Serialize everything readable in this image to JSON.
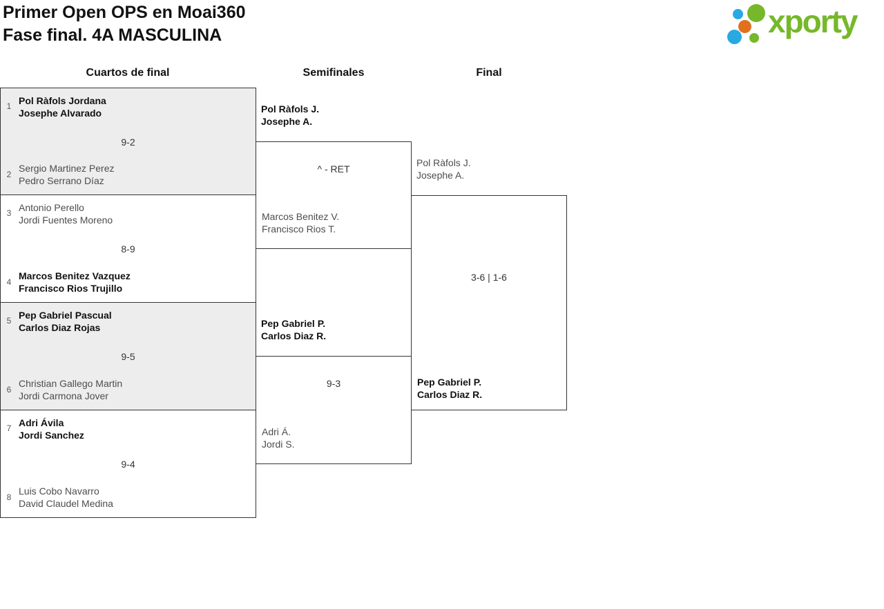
{
  "header": {
    "title_line1": "Primer Open OPS en Moai360",
    "title_line2": "Fase final. 4A MASCULINA"
  },
  "logo": {
    "text": "xporty",
    "colors": {
      "green": "#76b82a",
      "blue": "#29a9e1",
      "orange": "#e2711d"
    }
  },
  "round_headers": {
    "quarterfinals": "Cuartos de final",
    "semifinals": "Semifinales",
    "final": "Final"
  },
  "colors": {
    "match_alt_background": "#ededed",
    "border": "#333333",
    "winner_text": "#111111",
    "loser_text": "#4d4d4d"
  },
  "bracket": {
    "quarterfinals": [
      {
        "seed_top": "1",
        "team_top": [
          "Pol Ràfols Jordana",
          "Josephe Alvarado"
        ],
        "top_winner": true,
        "score": "9-2",
        "seed_bottom": "2",
        "team_bottom": [
          "Sergio Martinez Perez",
          "Pedro Serrano Díaz"
        ],
        "bottom_winner": false
      },
      {
        "seed_top": "3",
        "team_top": [
          "Antonio Perello",
          "Jordi Fuentes Moreno"
        ],
        "top_winner": false,
        "score": "8-9",
        "seed_bottom": "4",
        "team_bottom": [
          "Marcos Benitez Vazquez",
          "Francisco Rios Trujillo"
        ],
        "bottom_winner": true
      },
      {
        "seed_top": "5",
        "team_top": [
          "Pep Gabriel Pascual",
          "Carlos Diaz Rojas"
        ],
        "top_winner": true,
        "score": "9-5",
        "seed_bottom": "6",
        "team_bottom": [
          "Christian Gallego Martin",
          "Jordi Carmona Jover"
        ],
        "bottom_winner": false
      },
      {
        "seed_top": "7",
        "team_top": [
          "Adri Ávila",
          "Jordi Sanchez"
        ],
        "top_winner": true,
        "score": "9-4",
        "seed_bottom": "8",
        "team_bottom": [
          "Luis Cobo Navarro",
          "David Claudel Medina"
        ],
        "bottom_winner": false
      }
    ],
    "semifinals": [
      {
        "team_top": [
          "Pol Ràfols J.",
          "Josephe A."
        ],
        "top_winner": true,
        "score": "^ - RET",
        "team_bottom": [
          "Marcos Benitez V.",
          "Francisco Rios T."
        ],
        "bottom_winner": false
      },
      {
        "team_top": [
          "Pep Gabriel P.",
          "Carlos Diaz R."
        ],
        "top_winner": true,
        "score": "9-3",
        "team_bottom": [
          "Adri Á.",
          "Jordi S."
        ],
        "bottom_winner": false
      }
    ],
    "final": {
      "team_top": [
        "Pol Ràfols J.",
        "Josephe A."
      ],
      "top_winner": false,
      "score": "3-6 | 1-6",
      "team_bottom": [
        "Pep Gabriel P.",
        "Carlos Diaz R."
      ],
      "bottom_winner": true
    }
  }
}
